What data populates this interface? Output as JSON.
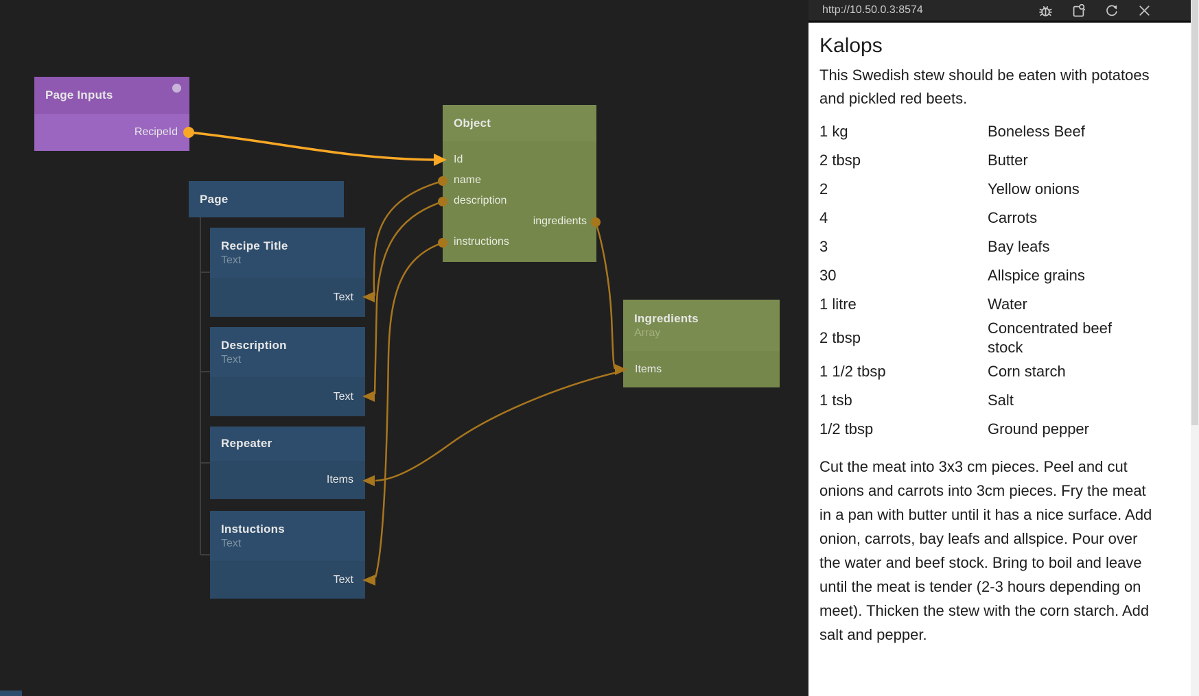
{
  "canvas": {
    "nodes": {
      "page_inputs": {
        "title": "Page Inputs",
        "port": "RecipeId"
      },
      "page": {
        "title": "Page"
      },
      "recipe_title": {
        "title": "Recipe Title",
        "subtitle": "Text",
        "port": "Text"
      },
      "description": {
        "title": "Description",
        "subtitle": "Text",
        "port": "Text"
      },
      "repeater": {
        "title": "Repeater",
        "port": "Items"
      },
      "instuctions": {
        "title": "Instuctions",
        "subtitle": "Text",
        "port": "Text"
      },
      "object": {
        "title": "Object",
        "inputs": [
          "Id",
          "name",
          "description",
          "instructions"
        ],
        "outputs": [
          "ingredients"
        ]
      },
      "ingredients": {
        "title": "Ingredients",
        "subtitle": "Array",
        "port": "Items"
      }
    },
    "colors": {
      "background": "#202021",
      "purple_node": "#9a66c0",
      "blue_node": "#2e4d6c",
      "green_node": "#7a8c50",
      "wire": "#a8761d",
      "wire_active": "#f9a825"
    }
  },
  "preview": {
    "url": "http://10.50.0.3:8574",
    "icons": [
      "bug-icon",
      "open-window-icon",
      "refresh-icon",
      "close-icon"
    ],
    "recipe": {
      "title": "Kalops",
      "description": "This Swedish stew should be eaten with potatoes and pickled red beets.",
      "ingredients": [
        {
          "amount": "1 kg",
          "name": "Boneless Beef"
        },
        {
          "amount": "2 tbsp",
          "name": "Butter"
        },
        {
          "amount": "2",
          "name": "Yellow onions"
        },
        {
          "amount": "4",
          "name": "Carrots"
        },
        {
          "amount": "3",
          "name": "Bay leafs"
        },
        {
          "amount": "30",
          "name": "Allspice grains"
        },
        {
          "amount": "1 litre",
          "name": "Water"
        },
        {
          "amount": "2 tbsp",
          "name": "Concentrated beef stock"
        },
        {
          "amount": "1 1/2 tbsp",
          "name": "Corn starch"
        },
        {
          "amount": "1 tsb",
          "name": "Salt"
        },
        {
          "amount": "1/2 tbsp",
          "name": "Ground pepper"
        }
      ],
      "instructions": "Cut the meat into 3x3 cm pieces. Peel and cut onions and carrots into 3cm pieces. Fry the meat in a pan with butter until it has a nice surface. Add onion, carrots, bay leafs and allspice. Pour over the water and beef stock. Bring to boil and leave until the meat is tender (2-3 hours depending on meet). Thicken the stew with the corn starch. Add salt and pepper."
    }
  }
}
